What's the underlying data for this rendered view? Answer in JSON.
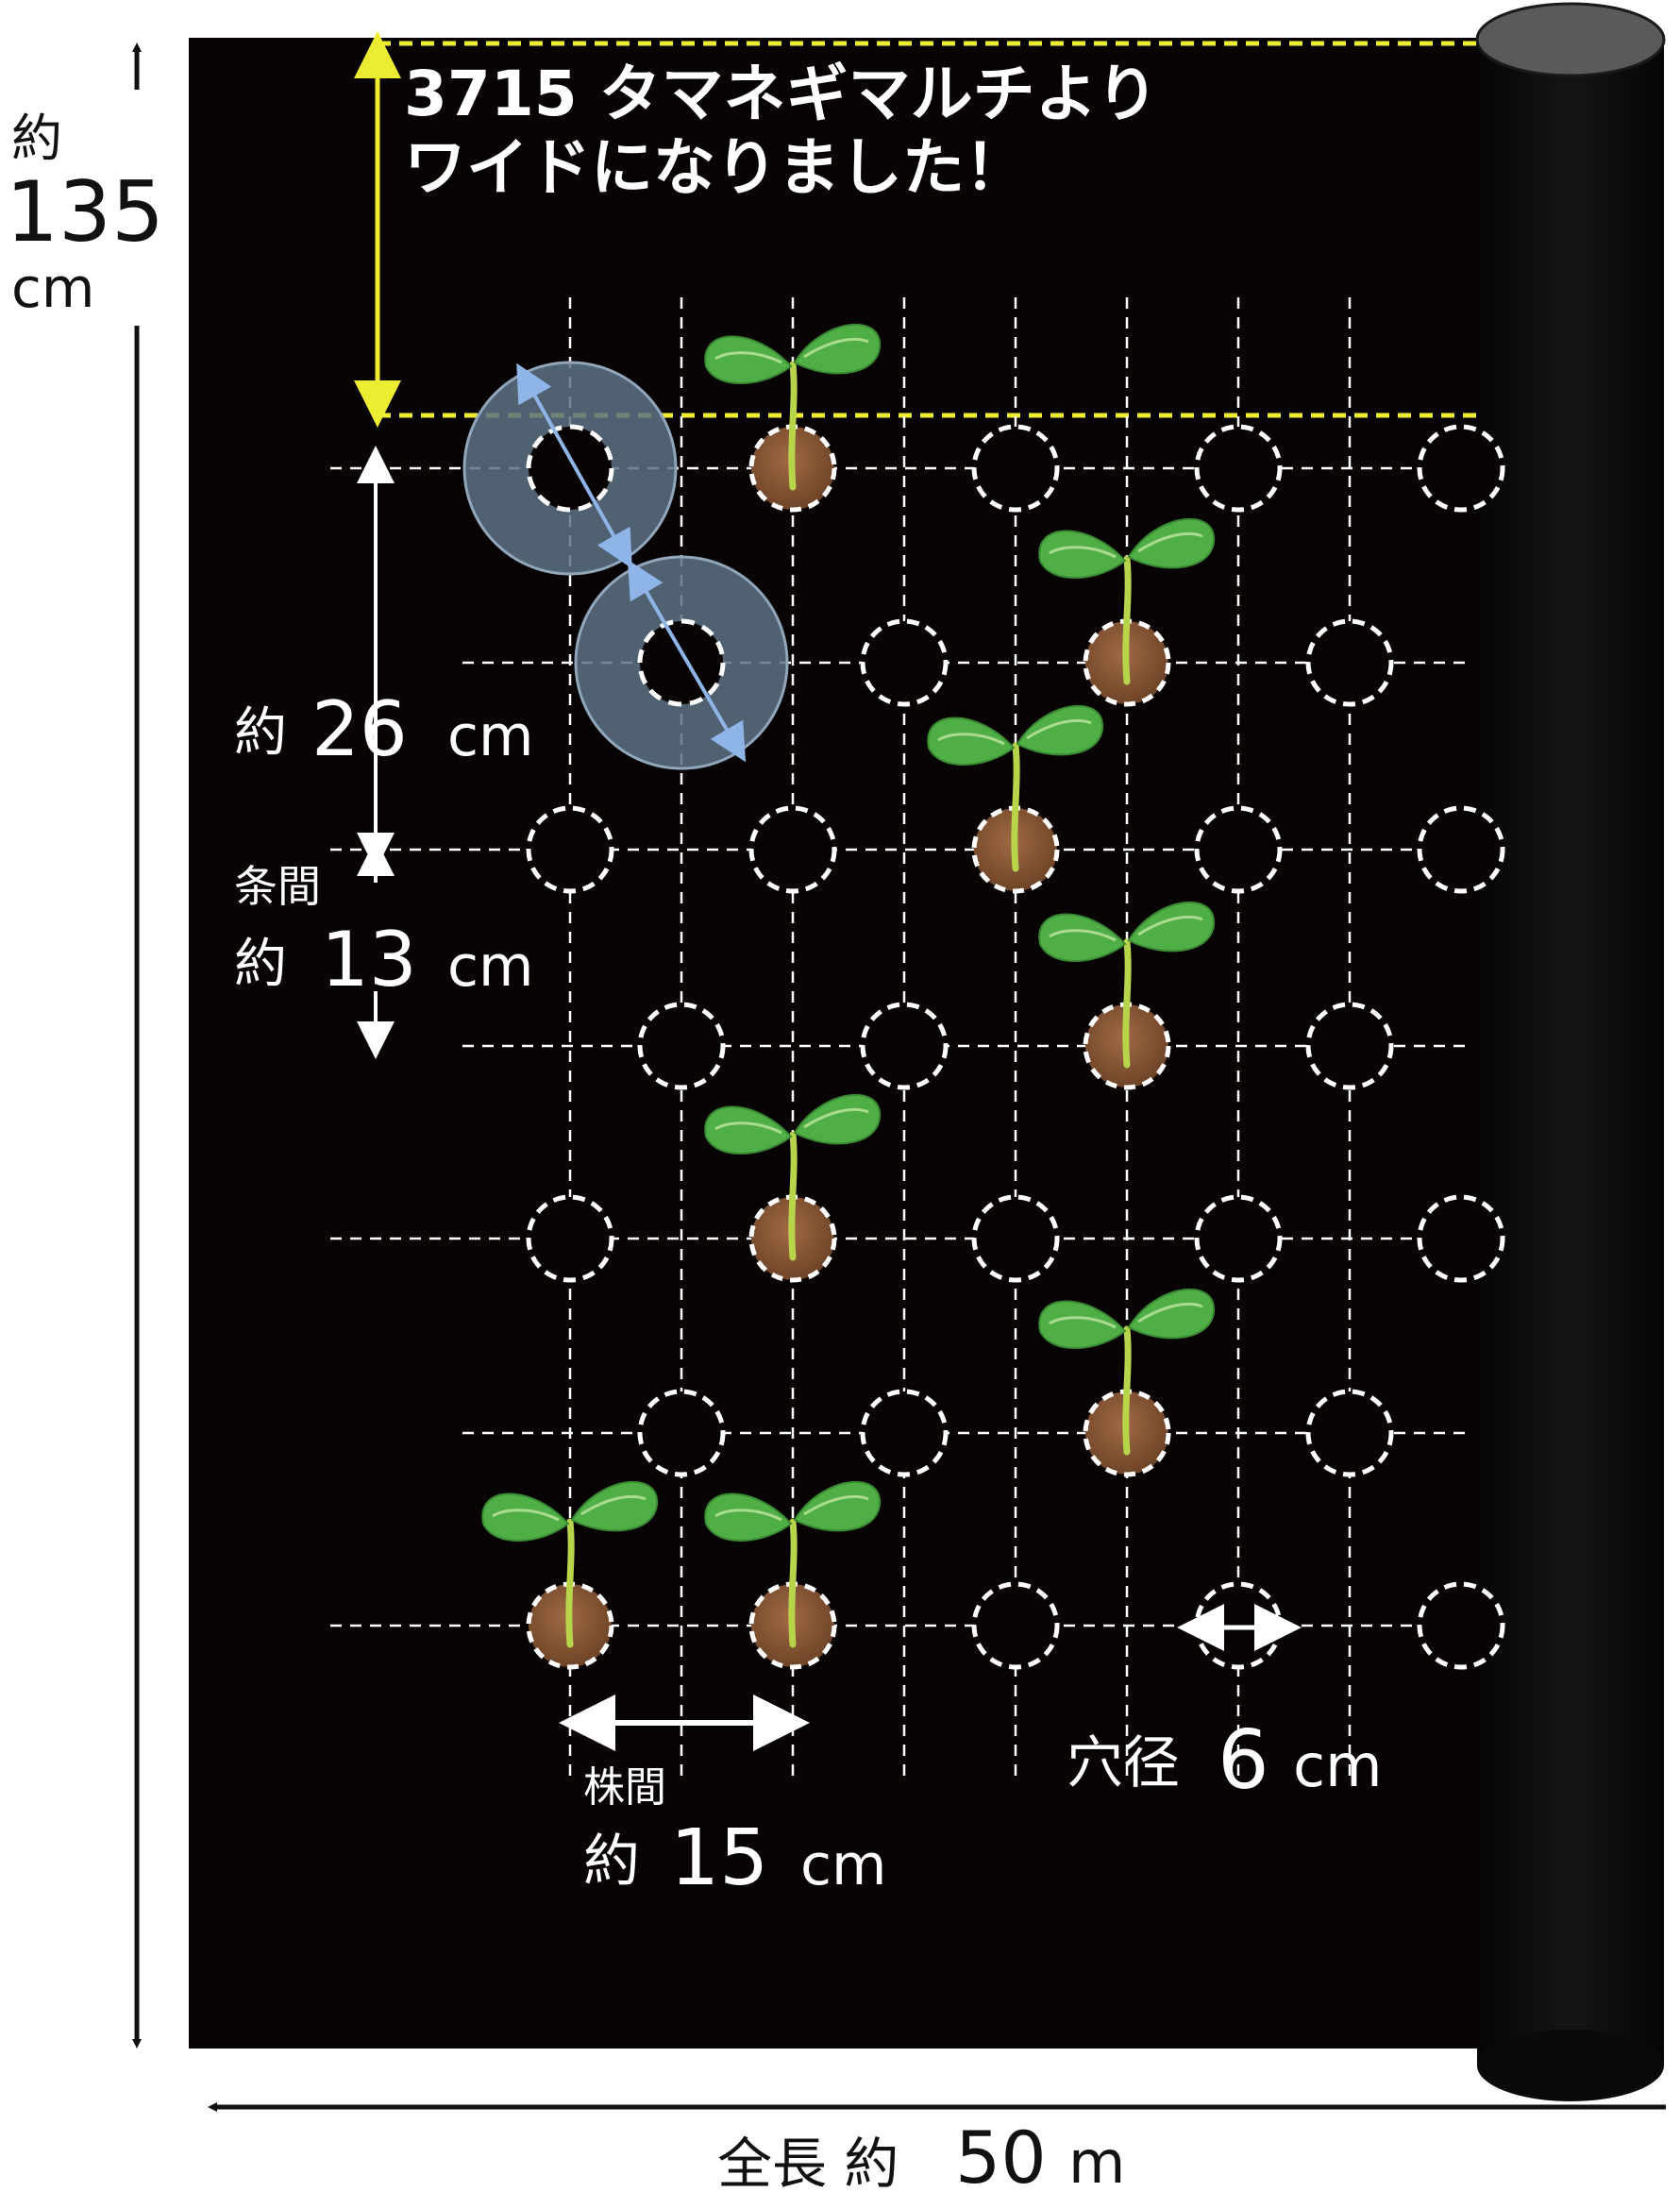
{
  "headline": {
    "line1": "3715 タマネギマルチより",
    "line2": "ワイドになりました！"
  },
  "width_label": {
    "prefix": "約",
    "value": "135",
    "unit": "cm"
  },
  "length_label": {
    "prefix": "全長 約",
    "value": "50",
    "unit": "m"
  },
  "row_gap_label": {
    "prefix": "約",
    "value": "26",
    "unit": "cm"
  },
  "row_spacing_label": {
    "title": "条間",
    "prefix": "約",
    "value": "13",
    "unit": "cm"
  },
  "plant_spacing_label": {
    "title": "株間",
    "prefix": "約",
    "value": "15",
    "unit": "cm"
  },
  "hole_label": {
    "title": "穴径",
    "value": "6",
    "unit": "cm"
  },
  "colors": {
    "mulch": "#070303",
    "dash": "#ffffff",
    "highlight": "#ecec32",
    "soil": "#8a5a38",
    "leaf": "#4fae45",
    "highlight_circle": "#5d7285",
    "arrow_blue": "#8fb5e8"
  },
  "icons": [
    "seedling-icon",
    "roll-icon",
    "arrow-icon"
  ]
}
